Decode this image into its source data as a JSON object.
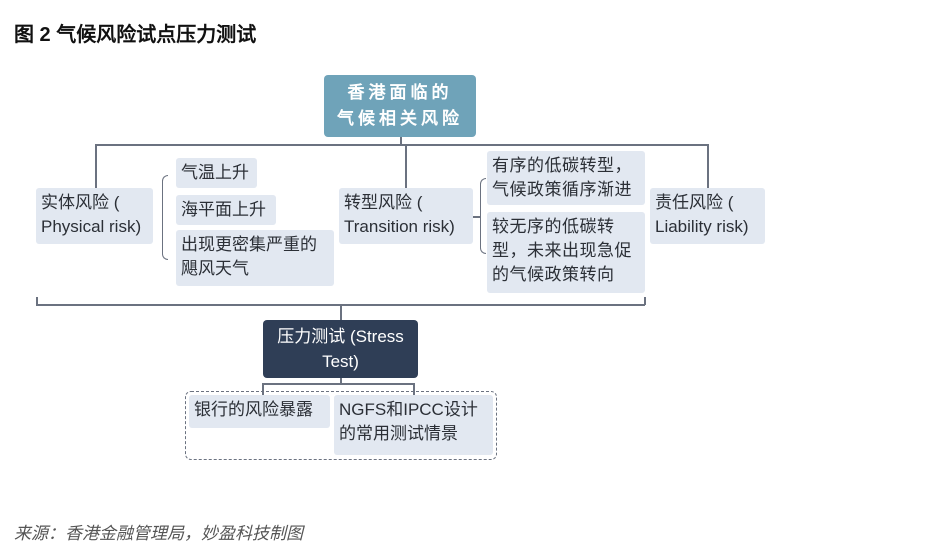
{
  "title": "图 2 气候风险试点压力测试",
  "root": {
    "line1": "香港面临的",
    "line2": "气候相关风险"
  },
  "physical": {
    "label": "实体风险 ( Physical risk)",
    "items": [
      "气温上升",
      "海平面上升",
      "出现更密集严重的飓风天气"
    ]
  },
  "transition": {
    "label": "转型风险 ( Transition risk)",
    "items": [
      "有序的低碳转型，气候政策循序渐进",
      "较无序的低碳转型，未来出现急促的气候政策转向"
    ]
  },
  "liability": {
    "label": "责任风险 ( Liability risk)"
  },
  "stress": {
    "label": "压力测试 (Stress Test)",
    "items": [
      "银行的风险暴露",
      "NGFS和IPCC设计的常用测试情景"
    ]
  },
  "source": "来源：香港金融管理局，妙盈科技制图",
  "colors": {
    "root": "#6fa3b9",
    "node": "#e2e8f1",
    "dark": "#2f3e56",
    "line": "#6b7280"
  }
}
